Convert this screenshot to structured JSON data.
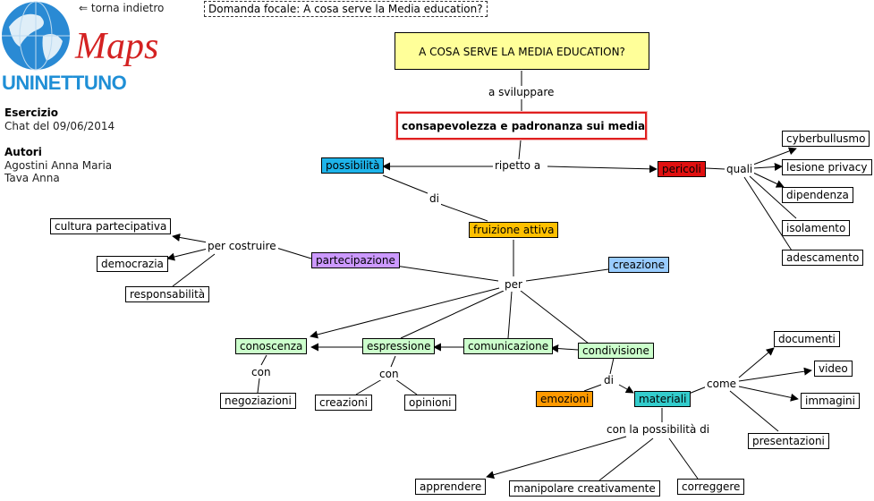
{
  "header": {
    "back_link": "⇐ torna indietro",
    "focal_question": "Domanda focale: A cosa serve la Media education?",
    "logo_maps": "Maps",
    "logo_brand": "UNINETTUNO"
  },
  "sidebar": {
    "exercise_heading": "Esercizio",
    "exercise_value": "Chat del 09/06/2014",
    "authors_heading": "Autori",
    "authors": [
      "Agostini Anna Maria",
      "Tava Anna"
    ]
  },
  "colors": {
    "root_fill": "#ffff99",
    "central_border": "#e02020",
    "possibilita": "#1eb4ea",
    "pericoli": "#e01010",
    "fruizione": "#ffc000",
    "partecipazione": "#cc99ff",
    "creazione": "#99ccff",
    "green_nodes": "#ccffcc",
    "emozioni": "#ff9900",
    "materiali": "#33cccc"
  },
  "map": {
    "nodes": {
      "root": "A COSA SERVE LA MEDIA EDUCATION?",
      "central": "consapevolezza e padronanza sui media",
      "possibilita": "possibilità",
      "pericoli": "pericoli",
      "cyberbullismo": "cyberbullusmo",
      "lesione_privacy": "lesione privacy",
      "dipendenza": "dipendenza",
      "isolamento": "isolamento",
      "adescamento": "adescamento",
      "fruizione": "fruizione attiva",
      "partecipazione": "partecipazione",
      "creazione": "creazione",
      "cultura": "cultura partecipativa",
      "democrazia": "democrazia",
      "responsabilita": "responsabilità",
      "conoscenza": "conoscenza",
      "espressione": "espressione",
      "comunicazione": "comunicazione",
      "condivisione": "condivisione",
      "negoziazioni": "negoziazioni",
      "creazioni": "creazioni",
      "opinioni": "opinioni",
      "emozioni": "emozioni",
      "materiali": "materiali",
      "documenti": "documenti",
      "video": "video",
      "immagini": "immagini",
      "presentazioni": "presentazioni",
      "apprendere": "apprendere",
      "manipolare": "manipolare creativamente",
      "correggere": "correggere"
    },
    "links": {
      "a_sviluppare": "a sviluppare",
      "ripetto_a": "ripetto a",
      "quali": "quali",
      "di_1": "di",
      "per_costruire": "per costruire",
      "per": "per",
      "con_1": "con",
      "con_2": "con",
      "di_2": "di",
      "come": "come",
      "con_possibilita": "con la possibilità di"
    }
  }
}
